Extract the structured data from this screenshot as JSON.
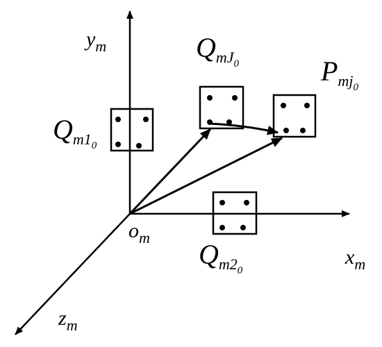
{
  "axes": {
    "x": {
      "letter": "x",
      "sub": "m"
    },
    "y": {
      "letter": "y",
      "sub": "m"
    },
    "z": {
      "letter": "z",
      "sub": "m"
    },
    "origin": {
      "letter": "o",
      "sub": "m"
    }
  },
  "points": {
    "Q1": {
      "letter": "Q",
      "sub": "m1",
      "subsub": "0"
    },
    "QJ": {
      "letter": "Q",
      "sub": "mJ",
      "subsub": "0"
    },
    "P": {
      "letter": "P",
      "sub": "mj",
      "subsub": "0"
    },
    "Q2": {
      "letter": "Q",
      "sub": "m2",
      "subsub": "0"
    }
  },
  "colors": {
    "ink": "#000000",
    "background": "#ffffff"
  }
}
